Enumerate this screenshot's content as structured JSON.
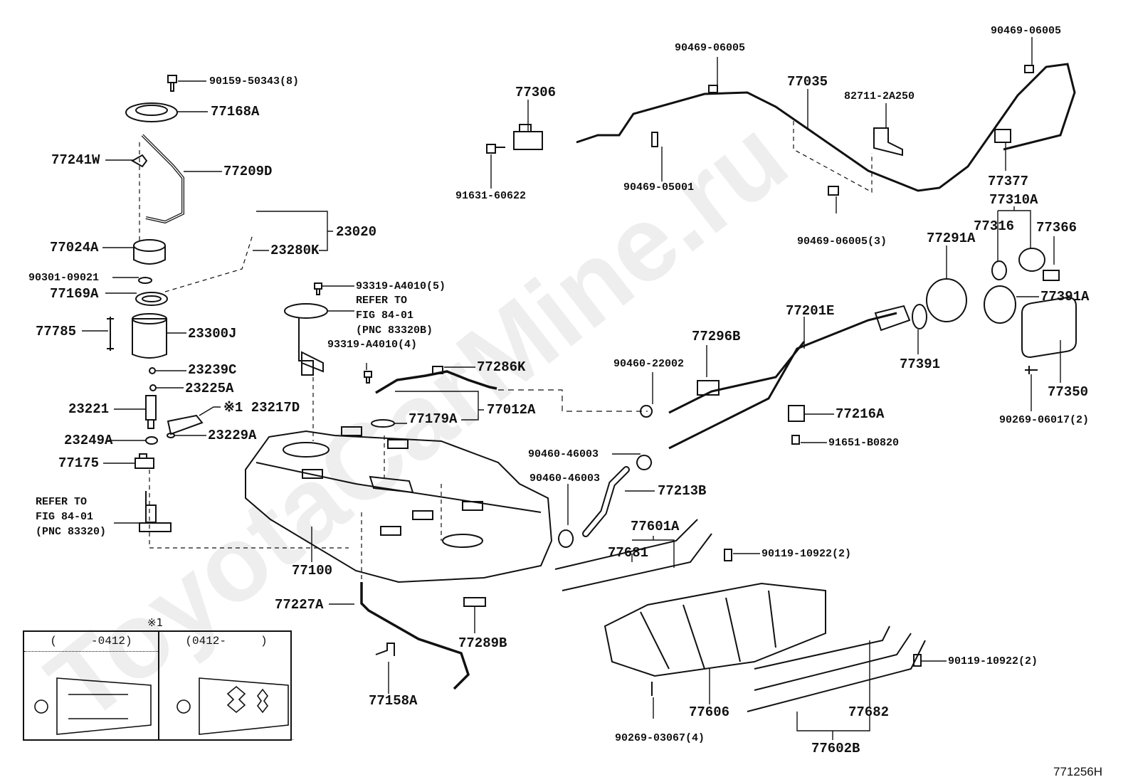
{
  "diagram": {
    "title": "Fuel Tank & Tube Parts Diagram",
    "figure_code": "771256H",
    "watermark": "ToyotaCarMine.ru",
    "colors": {
      "line": "#111111",
      "background": "#ffffff",
      "watermark": "#ececec"
    },
    "labels": {
      "p90159": "90159-50343(8)",
      "p77168A": "77168A",
      "p77241W": "77241W",
      "p77209D": "77209D",
      "p77024A": "77024A",
      "p23020": "23020",
      "p23280K": "23280K",
      "p90301": "90301-09021",
      "p77169A": "77169A",
      "p77785": "77785",
      "p23300J": "23300J",
      "p23239C": "23239C",
      "p23225A": "23225A",
      "p23221": "23221",
      "p23217D": "※1 23217D",
      "p23249A": "23249A",
      "p23229A": "23229A",
      "p77175": "77175",
      "p93319_5": "93319-A4010(5)",
      "p93319_4": "93319-A4010(4)",
      "p77286K": "77286K",
      "p77012A": "77012A",
      "p77179A": "77179A",
      "p77100": "77100",
      "p77227A": "77227A",
      "p77289B": "77289B",
      "p77158A": "77158A",
      "p77306": "77306",
      "p91631": "91631-60622",
      "p90469_top_mid": "90469-06005",
      "p90469_05001": "90469-05001",
      "p77035": "77035",
      "p82711": "82711-2A250",
      "p90469_3": "90469-06005(3)",
      "p90469_top_right": "90469-06005",
      "p77377": "77377",
      "p77310A": "77310A",
      "p77316": "77316",
      "p77366": "77366",
      "p77291A": "77291A",
      "p77391A": "77391A",
      "p77201E": "77201E",
      "p77391": "77391",
      "p77350": "77350",
      "p90269_06017": "90269-06017(2)",
      "p77296B": "77296B",
      "p90460_22002": "90460-22002",
      "p77216A": "77216A",
      "p91651": "91651-B0820",
      "p90460_46003_a": "90460-46003",
      "p90460_46003_b": "90460-46003",
      "p77213B": "77213B",
      "p77601A": "77601A",
      "p77681": "77681",
      "p90119_a": "90119-10922(2)",
      "p90119_b": "90119-10922(2)",
      "p77606": "77606",
      "p77682": "77682",
      "p90269_03067": "90269-03067(4)",
      "p77602B": "77602B"
    },
    "notes": {
      "refer_sender": "REFER TO\nFIG 84-01\n(PNC 83320B)",
      "refer_pump": "REFER TO\nFIG 84-01\n(PNC 83320)"
    },
    "inset": {
      "mark": "※1",
      "columns": [
        {
          "header": "(     -0412)"
        },
        {
          "header": "(0412-     )"
        }
      ]
    }
  }
}
